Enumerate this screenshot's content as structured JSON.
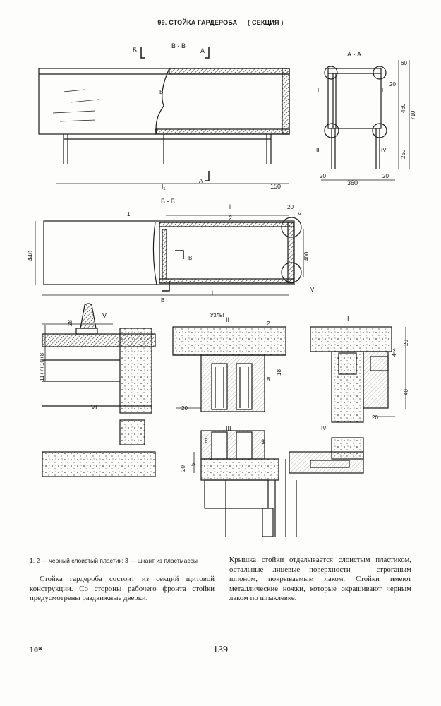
{
  "header": {
    "title": "99. СТОЙКА ГАРДЕРОБА",
    "subtitle": "( СЕКЦИЯ )"
  },
  "drawing": {
    "section_bb_label": "В - В",
    "section_aa_label": "А - А",
    "section_b_label": "Б - Б",
    "marker_b": "Б",
    "marker_a": "А",
    "marker_v": "В",
    "dim_l1": "l₁",
    "dim_150": "150",
    "dim_20_a": "20",
    "dim_360": "360",
    "dim_20_b": "20",
    "dim_60": "60",
    "dim_460": "460",
    "dim_710": "710",
    "dim_250": "250",
    "dim_20_c": "20",
    "node_I": "I",
    "node_II": "II",
    "node_III": "III",
    "node_IV": "IV",
    "node_V": "V",
    "node_VI": "VI",
    "dim_440": "440",
    "dim_400": "400",
    "dim_l_half": "l",
    "dim_2": "2",
    "dim_20_d": "20",
    "dim_l": "l",
    "callout_1": "1",
    "nodes_label": "УЗЛЫ",
    "callout_2": "2",
    "callout_3": "3",
    "dim_28": "28",
    "dim_stack": "11+7+10+8",
    "dim_8_a": "8",
    "dim_18": "18",
    "dim_20_e": "20",
    "dim_4x4": "4×4",
    "dim_20_f": "20",
    "dim_40": "40",
    "dim_20_g": "20",
    "dim_8_b": "8",
    "dim_20_h": "20",
    "dim_5": "5"
  },
  "caption": {
    "line": "1, 2 — черный слоистый пластик; 3 — шкант из пластмассы"
  },
  "text": {
    "left": "Стойка гардероба состоит из секций щитовой конструкции. Со стороны рабочего фронта стойки предусмотрены раздвижные дверки.",
    "right": "Крышка стойки отделывается слоистым пластиком, остальные лицевые поверхности — строганым шпоном, покрываемым лаком. Стойки имеют металлические ножки, которые окрашивают черным лаком по шпаклевке."
  },
  "footer": {
    "mark": "10*",
    "page": "139"
  },
  "colors": {
    "ink": "#1a1a1a",
    "paper": "#fdfdfb"
  }
}
